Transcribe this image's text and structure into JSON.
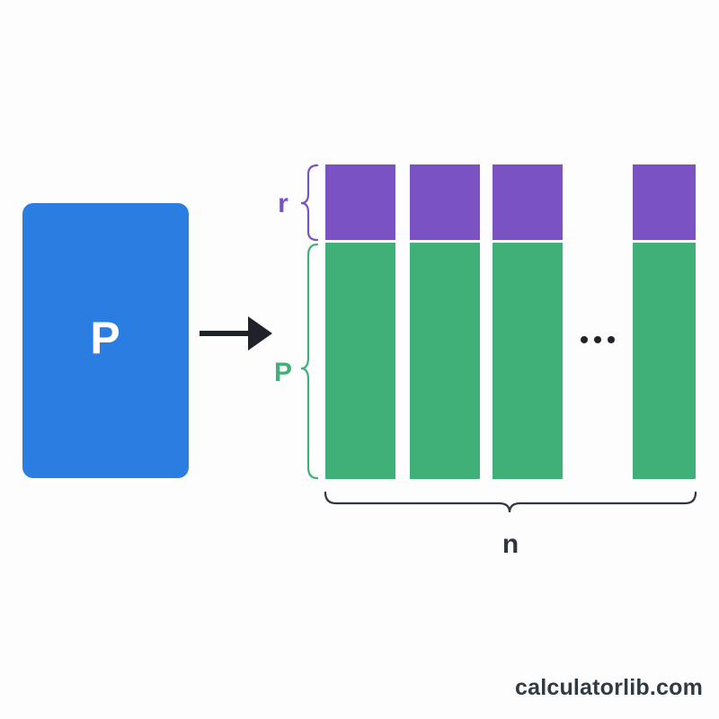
{
  "source_block": {
    "label": "P",
    "color": "#2a7de1"
  },
  "arrow": {
    "color": "#1f2329"
  },
  "columns": {
    "count_drawn": 4,
    "top_color": "#7b52c1",
    "bottom_color": "#41b078",
    "ellipsis": "···"
  },
  "braces": {
    "r_label": "r",
    "r_color": "#7b52c1",
    "p_label": "P",
    "p_color": "#41b078",
    "n_label": "n",
    "n_color": "#2f3640"
  },
  "watermark": "calculatorlib.com"
}
